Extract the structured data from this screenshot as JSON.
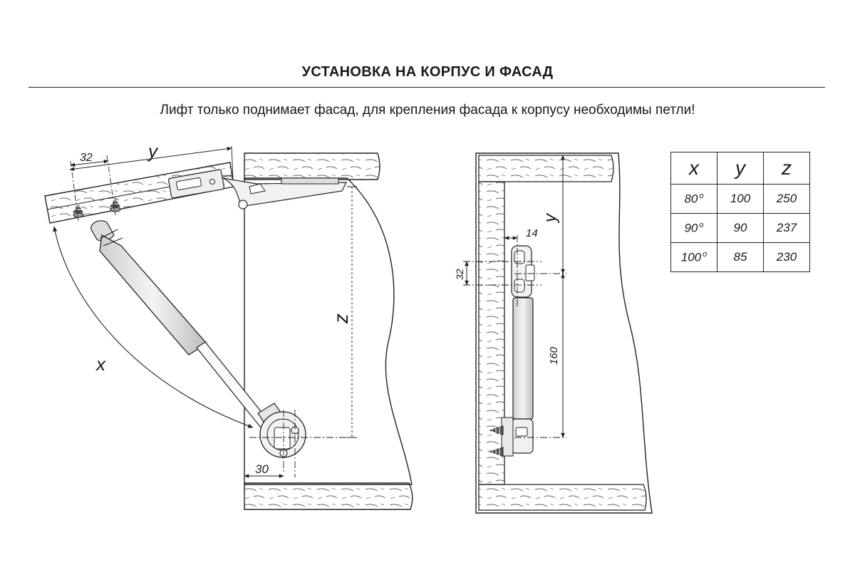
{
  "header": {
    "title": "УСТАНОВКА НА КОРПУС И ФАСАД",
    "subtitle": "Лифт только поднимает фасад, для крепления фасада к корпусу необходимы петли!"
  },
  "side_view": {
    "dim_32": "32",
    "dim_y": "y",
    "dim_z": "z",
    "dim_x": "x",
    "dim_30": "30"
  },
  "front_view": {
    "dim_14": "14",
    "dim_32": "32",
    "dim_y": "y",
    "dim_160": "160"
  },
  "spec_table": {
    "headers": [
      "x",
      "y",
      "z"
    ],
    "degree_mark": "o",
    "rows": [
      {
        "x": "80",
        "y": "100",
        "z": "250"
      },
      {
        "x": "90",
        "y": "90",
        "z": "237"
      },
      {
        "x": "100",
        "y": "85",
        "z": "230"
      }
    ]
  }
}
